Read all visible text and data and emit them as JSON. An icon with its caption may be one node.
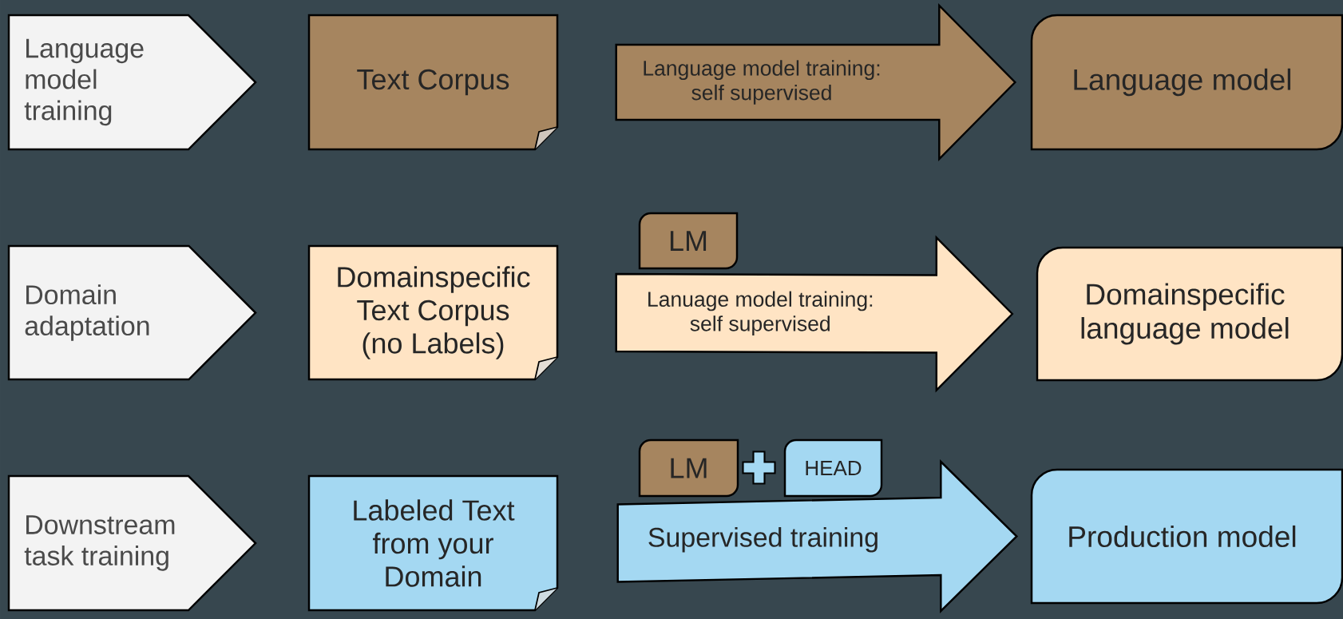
{
  "diagram": {
    "nodes": [
      {
        "text": [
          "Language model training"
        ]
      },
      {
        "text": [
          "Text Corpus"
        ]
      },
      {
        "text": [
          "Language model"
        ]
      },
      {
        "text": [
          "Domain adaptation"
        ]
      },
      {
        "text": [
          "Domainspecific Text Corpus (no Labels)"
        ]
      },
      {
        "text": [
          "LM"
        ]
      },
      {
        "text": [
          "Domainspecific language model"
        ]
      },
      {
        "text": [
          "Downstream task training"
        ]
      },
      {
        "text": [
          "Labeled Text from your Domain"
        ]
      },
      {
        "text": [
          "LM"
        ]
      },
      {
        "text": [
          "HEAD"
        ]
      },
      {
        "text": [
          "Production model"
        ]
      }
    ],
    "edges": [
      {
        "from": 1,
        "to": 2,
        "arrow": "to",
        "label": "Language model training: self supervised"
      },
      {
        "from": 4,
        "to": 6,
        "arrow": "to",
        "label": "Lanuage model training: self supervised"
      },
      {
        "from": 8,
        "to": 11,
        "arrow": "to",
        "label": "Supervised training"
      }
    ]
  }
}
